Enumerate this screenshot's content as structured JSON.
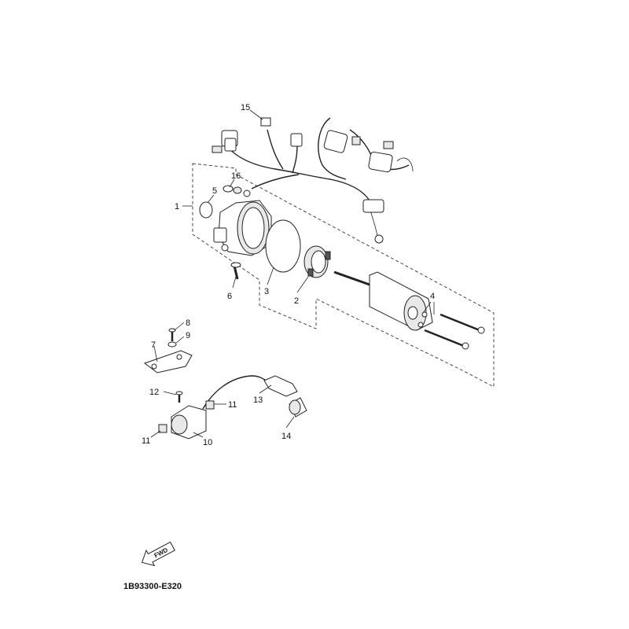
{
  "diagram_code": "1B93300-E320",
  "fwd_label": "FWD",
  "callouts": [
    "1",
    "2",
    "3",
    "4",
    "5",
    "6",
    "7",
    "8",
    "9",
    "10",
    "11",
    "11",
    "12",
    "13",
    "14",
    "15",
    "16"
  ]
}
